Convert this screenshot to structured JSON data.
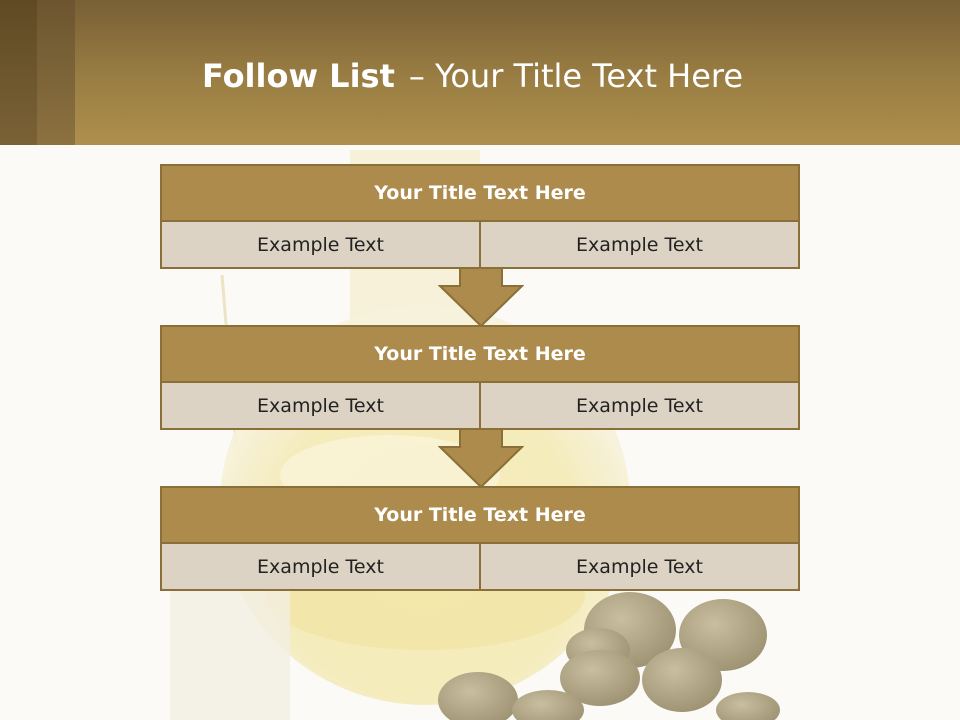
{
  "slide": {
    "title_bold": "Follow List",
    "title_rest": "– Your Title Text Here"
  },
  "steps": [
    {
      "title": "Your Title Text Here",
      "left": "Example Text",
      "right": "Example Text"
    },
    {
      "title": "Your Title Text Here",
      "left": "Example Text",
      "right": "Example Text"
    },
    {
      "title": "Your Title Text Here",
      "left": "Example Text",
      "right": "Example Text"
    }
  ],
  "colors": {
    "header": "#9a7e43",
    "title_bar": "#ac8b4c",
    "cell": "#ddd3c4",
    "border": "#8a6f38"
  },
  "icons": [
    "down-arrow-icon",
    "down-arrow-icon"
  ]
}
